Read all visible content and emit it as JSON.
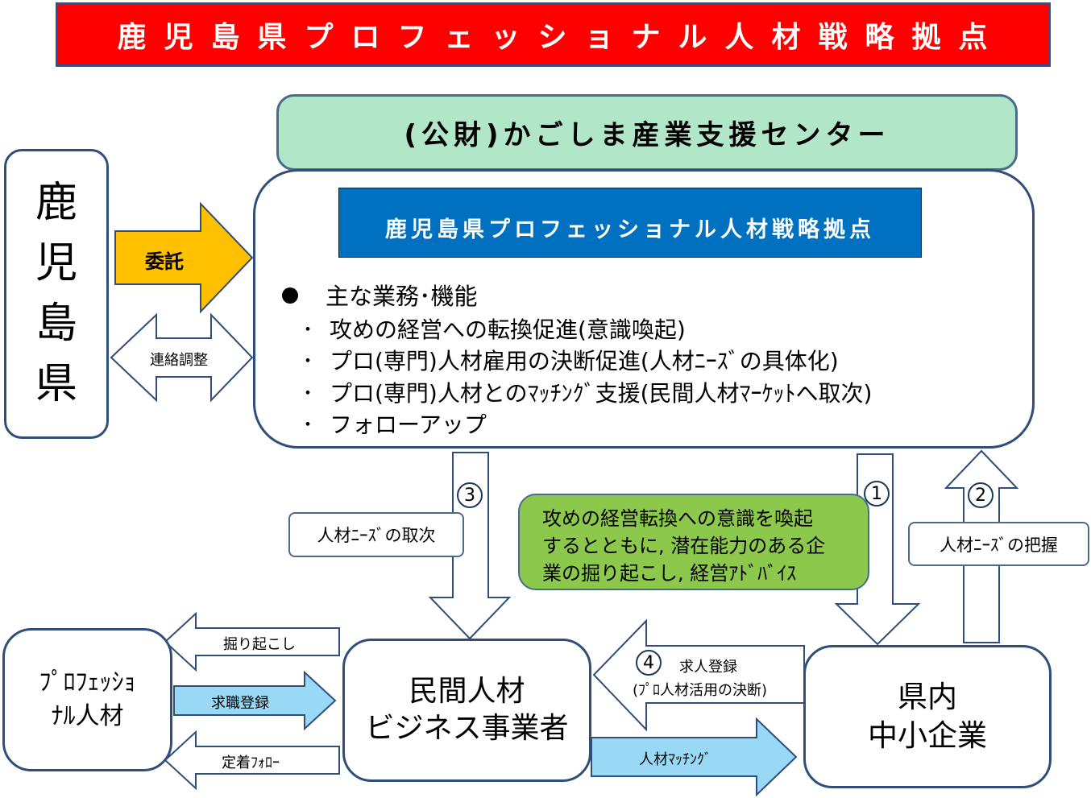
{
  "title": "鹿児島県プロフェッショナル人材戦略拠点",
  "center_name": "(公財)かごしま産業支援センター",
  "base_label": "鹿児島県プロフェッショナル人材戦略拠点",
  "tasks": {
    "heading": "主な業務･機能",
    "bullet": "･",
    "items": [
      "攻めの経営への転換促進(意識喚起)",
      "プロ(専門)人材雇用の決断促進(人材ﾆｰｽﾞの具体化)",
      "プロ(専門)人材とのﾏｯﾁﾝｸﾞ支援(民間人材ﾏｰｹｯﾄへ取次)",
      "フォローアップ"
    ]
  },
  "prefecture": [
    "鹿",
    "児",
    "島",
    "県"
  ],
  "arrows": {
    "commission": "委託",
    "liaison": "連絡調整",
    "needs_referral": "人材ﾆｰｽﾞの取次",
    "needs_grasp": "人材ﾆｰｽﾞの把握",
    "dig_up": "掘り起こし",
    "job_registration": "求職登録",
    "retention": "定着ﾌｫﾛｰ",
    "job_offer_line1": "求人登録",
    "job_offer_line2": "(ﾌﾟﾛ人材活用の決断)",
    "matching": "人材ﾏｯﾁﾝｸﾞ"
  },
  "steps": {
    "one": "1",
    "two": "2",
    "three": "3",
    "four": "4"
  },
  "green_note": [
    "攻めの経営転換への意識を喚起",
    "するとともに, 潜在能力のある企",
    "業の掘り起こし, 経営ｱﾄﾞﾊﾞｲｽ"
  ],
  "nodes": {
    "professional": [
      "ﾌﾟﾛﾌｪｯｼｮ",
      "ﾅﾙ人材"
    ],
    "private_business": [
      "民間人材",
      "ビジネス事業者"
    ],
    "sme": [
      "県内",
      "中小企業"
    ]
  },
  "colors": {
    "title_bg": "#ff0000",
    "center_bg": "#b2e6c8",
    "base_bg": "#0070c0",
    "commission_arrow": "#ffc000",
    "blue_arrow": "#99d9f5",
    "green_note": "#8cc84b"
  }
}
